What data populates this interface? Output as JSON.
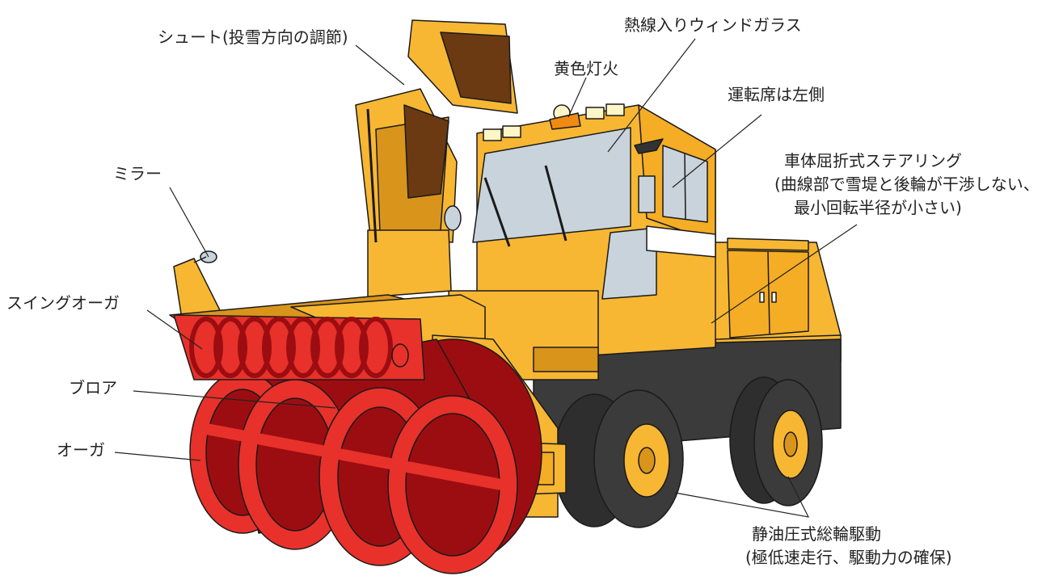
{
  "labels": {
    "chute": "シュート(投雪方向の調節)",
    "window": "熱線入りウィンドガラス",
    "lamp": "黄色灯火",
    "driver_seat": "運転席は左側",
    "steering_1": "車体屈折式ステアリング",
    "steering_2": "(曲線部で雪堤と後輪が干渉しない、",
    "steering_3": "最小回転半径が小さい)",
    "mirror": "ミラー",
    "swing_auger": "スイングオーガ",
    "blower": "ブロア",
    "auger": "オーガ",
    "drive_1": "静油圧式総輪駆動",
    "drive_2": "(極低速走行、駆動力の確保)"
  },
  "colors": {
    "body_yellow": "#f7b733",
    "body_shade": "#d9941c",
    "auger_red": "#e8312a",
    "auger_dark": "#9c0d12",
    "tire": "#3b3b3b",
    "glass": "#c9d3dc",
    "chute_inner": "#6b3a12",
    "outline": "#1a1a1a"
  }
}
